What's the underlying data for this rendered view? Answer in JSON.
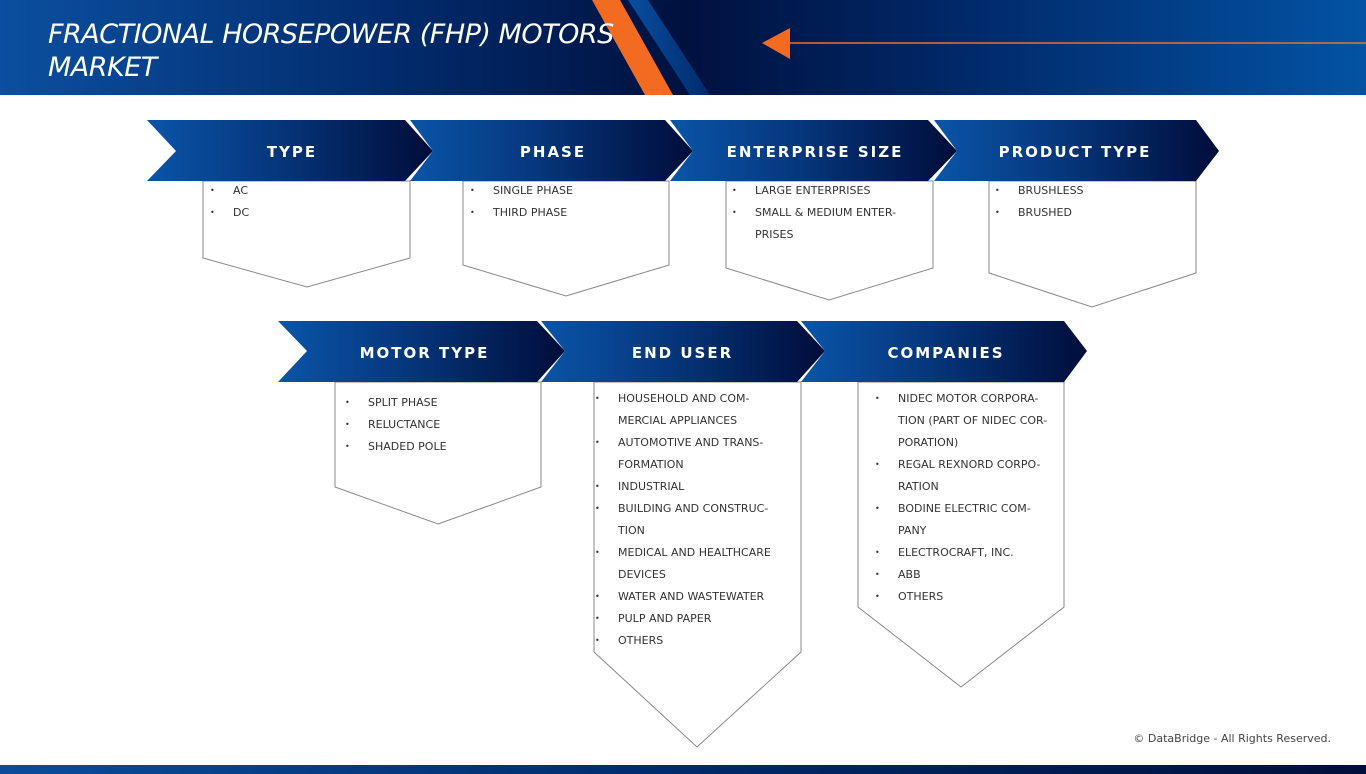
{
  "header": {
    "title": "FRACTIONAL HORSEPOWER (FHP) MOTORS MARKET",
    "accent_color": "#f26b21",
    "brand_colors": [
      "#0b4fa0",
      "#00113f"
    ]
  },
  "segments_row1": [
    {
      "label": "TYPE",
      "items": [
        "AC",
        "DC"
      ]
    },
    {
      "label": "PHASE",
      "items": [
        "SINGLE PHASE",
        "THIRD PHASE"
      ]
    },
    {
      "label": "ENTERPRISE SIZE",
      "items": [
        "LARGE ENTERPRISES",
        "SMALL & MEDIUM ENTER-PRISES"
      ]
    },
    {
      "label": "PRODUCT TYPE",
      "items": [
        "BRUSHLESS",
        "BRUSHED"
      ]
    }
  ],
  "segments_row2": [
    {
      "label": "MOTOR TYPE",
      "items": [
        "SPLIT PHASE",
        "RELUCTANCE",
        "SHADED POLE"
      ]
    },
    {
      "label": "END USER",
      "items": [
        "HOUSEHOLD AND COM-MERCIAL APPLIANCES",
        "AUTOMOTIVE AND TRANS-FORMATION",
        "INDUSTRIAL",
        "BUILDING AND CONSTRUC-TION",
        "MEDICAL AND HEALTHCARE DEVICES",
        "WATER AND WASTEWATER",
        "PULP AND PAPER",
        "OTHERS"
      ]
    },
    {
      "label": "COMPANIES",
      "items": [
        "NIDEC MOTOR CORPORA-TION (PART OF NIDEC COR-PORATION)",
        "REGAL REXNORD CORPO-RATION",
        "BODINE ELECTRIC COM-PANY",
        "ELECTROCRAFT, INC.",
        "ABB",
        "OTHERS"
      ]
    }
  ],
  "footer": {
    "copyright": "© DataBridge - All Rights Reserved."
  }
}
